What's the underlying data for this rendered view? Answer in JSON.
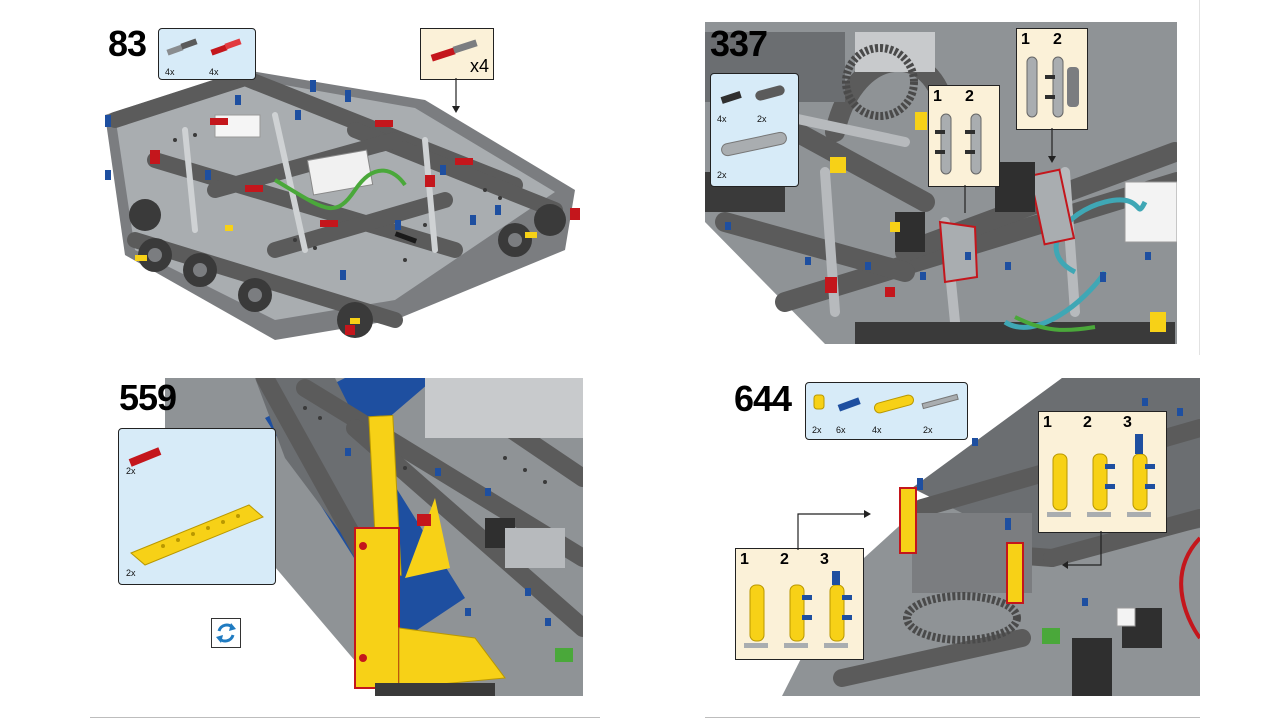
{
  "steps": [
    {
      "number": "83",
      "parts": [
        {
          "icon": "gray-axle-pin-icon",
          "qty": "4x"
        },
        {
          "icon": "red-axle-pin-icon",
          "qty": "4x"
        }
      ],
      "sub_callout": {
        "qty": "x4"
      }
    },
    {
      "number": "337",
      "parts": [
        {
          "icon": "black-pin-icon",
          "qty": "4x"
        },
        {
          "icon": "gray-beam-2-icon",
          "qty": "2x"
        },
        {
          "icon": "gray-beam-5-icon",
          "qty": "2x"
        }
      ],
      "sub_steps": [
        "1",
        "2"
      ],
      "sub_steps_b": [
        "1",
        "2"
      ]
    },
    {
      "number": "559",
      "parts": [
        {
          "icon": "red-axle-pin-icon",
          "qty": "2x"
        },
        {
          "icon": "yellow-panel-icon",
          "qty": "2x"
        }
      ]
    },
    {
      "number": "644",
      "parts": [
        {
          "icon": "yellow-connector-icon",
          "qty": "2x"
        },
        {
          "icon": "blue-pin-icon",
          "qty": "6x"
        },
        {
          "icon": "yellow-beam-icon",
          "qty": "4x"
        },
        {
          "icon": "gray-axle-icon",
          "qty": "2x"
        }
      ],
      "sub_steps": [
        "1",
        "2",
        "3"
      ],
      "sub_steps_b": [
        "1",
        "2",
        "3"
      ]
    }
  ],
  "colors": {
    "callout_bg": "#d7ebf8",
    "substep_bg": "#fbf1d8",
    "dark_gray": "#5b5b5b",
    "light_gray": "#a9adb0",
    "yellow": "#f7d117",
    "blue": "#1e4fa0",
    "red": "#c4161c",
    "green": "#4aa83a"
  }
}
